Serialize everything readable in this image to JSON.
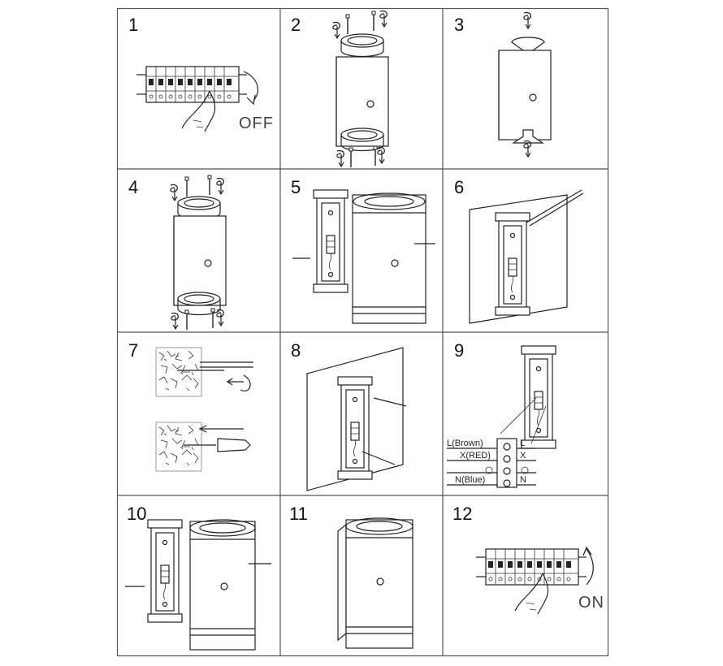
{
  "steps": [
    {
      "number": "1",
      "label": "OFF"
    },
    {
      "number": "2"
    },
    {
      "number": "3"
    },
    {
      "number": "4"
    },
    {
      "number": "5"
    },
    {
      "number": "6"
    },
    {
      "number": "7"
    },
    {
      "number": "8"
    },
    {
      "number": "9",
      "wires": [
        "L(Brown)",
        "X(RED)",
        "N(Blue)"
      ],
      "terminal_marks": [
        "L",
        "X",
        "N"
      ]
    },
    {
      "number": "10"
    },
    {
      "number": "11"
    },
    {
      "number": "12",
      "label": "ON"
    }
  ],
  "icons": [
    "breaker-panel-icon",
    "hand-icon",
    "rotate-arrow-icon",
    "screw-icon",
    "lamp-cylinder-icon",
    "bulb-icon",
    "mounting-bracket-icon",
    "wall-plate-icon",
    "drill-icon",
    "wall-plug-icon",
    "terminal-block-icon",
    "ground-symbol-icon"
  ],
  "colors": {
    "line": "#222222",
    "background": "#ffffff"
  }
}
